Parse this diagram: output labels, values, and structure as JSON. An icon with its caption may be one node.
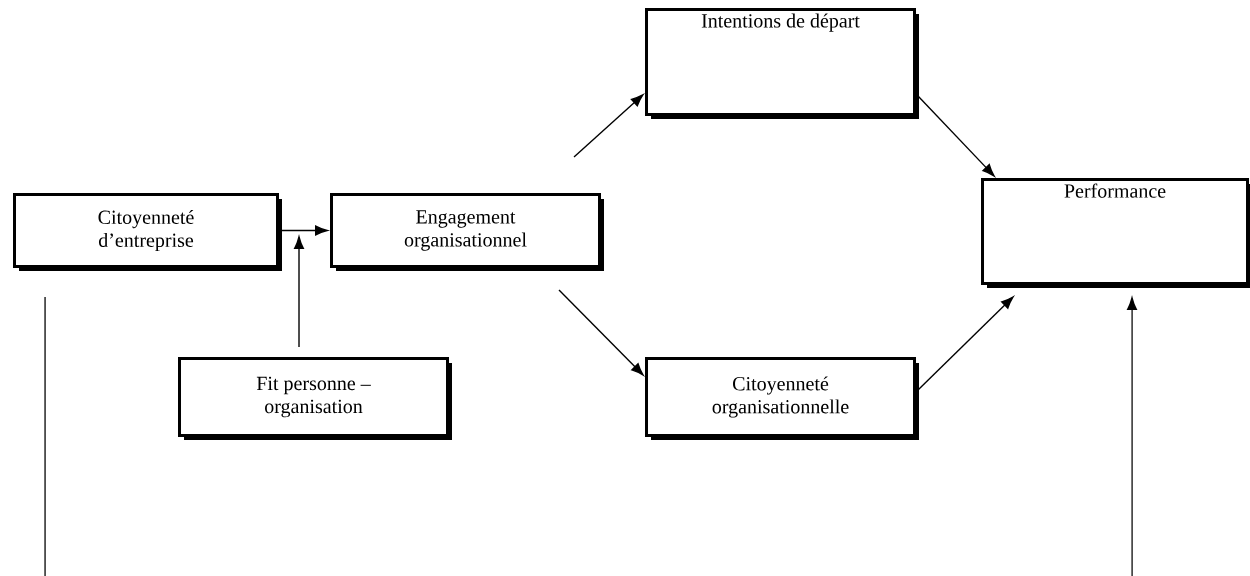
{
  "diagram": {
    "nodes": [
      {
        "text": [
          "Citoyenneté d’entreprise"
        ]
      },
      {
        "text": [
          "Engagement organisationnel"
        ]
      },
      {
        "text": [
          "Intentions de départ"
        ]
      },
      {
        "text": [
          "Fit personne – organisation"
        ]
      },
      {
        "text": [
          "Citoyenneté organisationnelle"
        ]
      },
      {
        "text": [
          "Performance"
        ]
      }
    ],
    "edges": [
      {
        "from": 0,
        "to": 1,
        "arrow": "to"
      },
      {
        "from": 3,
        "to": null,
        "arrow": "to"
      },
      {
        "from": 1,
        "to": 2,
        "arrow": "to"
      },
      {
        "from": 1,
        "to": 4,
        "arrow": "to"
      },
      {
        "from": 2,
        "to": 5,
        "arrow": "to"
      },
      {
        "from": 4,
        "to": 5,
        "arrow": "to"
      },
      {
        "from": 0,
        "to": null,
        "arrow": "none"
      },
      {
        "from": null,
        "to": 5,
        "arrow": "to"
      }
    ]
  }
}
